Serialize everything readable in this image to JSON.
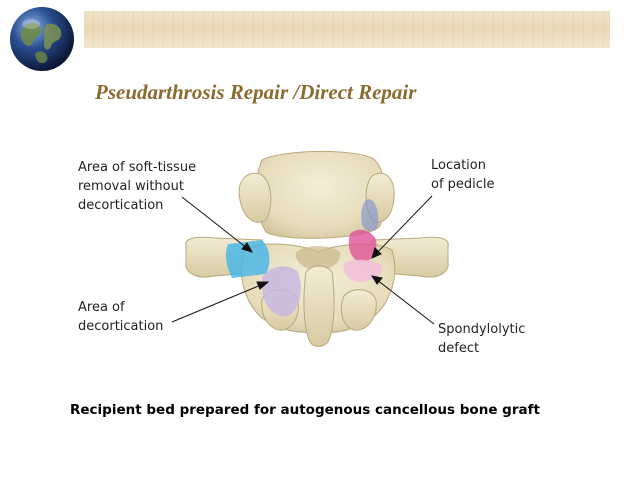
{
  "slide": {
    "title": "Pseudarthrosis Repair /Direct Repair",
    "caption": "Recipient bed prepared for autogenous cancellous bone graft"
  },
  "labels": {
    "soft_tissue": [
      "Area of soft-tissue",
      "removal without",
      "decortication"
    ],
    "pedicle": [
      "Location",
      "of pedicle"
    ],
    "decortication": [
      "Area of",
      "decortication"
    ],
    "defect": [
      "Spondylolytic",
      "defect"
    ]
  },
  "colors": {
    "title": "#8b6a2e",
    "band": "#ecdcb9",
    "bone": "#e9e0c0",
    "soft_tissue_highlight": "#3fb5ea",
    "decortication_highlight": "#c8b7e0",
    "pedicle_highlight": "#e0559a"
  },
  "icons": [
    "globe-icon"
  ]
}
